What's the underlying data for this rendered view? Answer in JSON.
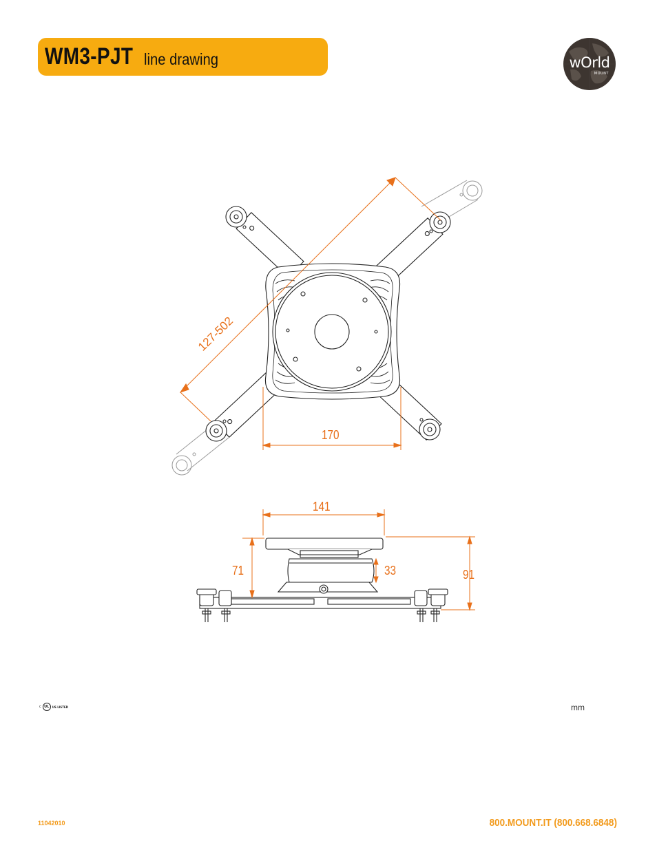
{
  "header": {
    "model": "WM3-PJT",
    "subtitle": "line drawing"
  },
  "logo": {
    "word": "wOrld",
    "sub": "MOUNT"
  },
  "dimensions": {
    "diagonal": "127-502",
    "bracket_width": "170",
    "plate_width": "141",
    "height_left": "71",
    "hub_height": "33",
    "total_height": "91"
  },
  "certification": {
    "c": "c",
    "mark": "UL",
    "listed": "US LISTED"
  },
  "unit": "mm",
  "footer": {
    "doc_code": "11042010",
    "phone": "800.MOUNT.IT (800.668.6848)"
  },
  "colors": {
    "accent": "#f7ab10",
    "dimension": "#e8701a",
    "footer_text": "#f29a1b",
    "line": "#222222"
  }
}
